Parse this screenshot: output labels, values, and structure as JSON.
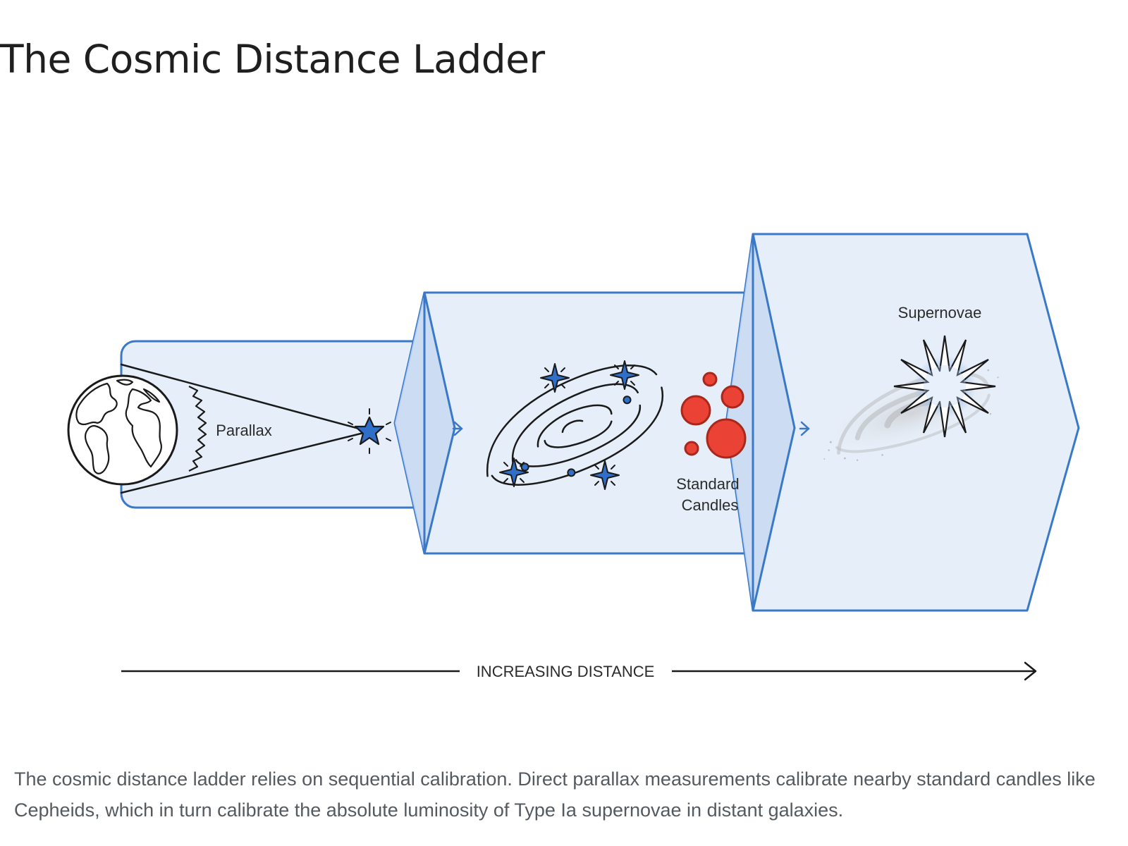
{
  "title": "The Cosmic Distance Ladder",
  "stages": {
    "parallax": {
      "label": "Parallax"
    },
    "standard_candles": {
      "label_line1": "Standard",
      "label_line2": "Candles"
    },
    "supernovae": {
      "label": "Supernovae"
    }
  },
  "axis": {
    "label": "INCREASING DISTANCE"
  },
  "caption": "The cosmic distance ladder relies on sequential calibration. Direct parallax measurements calibrate nearby standard candles like Cepheids, which in turn calibrate the absolute luminosity of Type Ia supernovae in distant galaxies.",
  "colors": {
    "outline_blue": "#3a78c8",
    "panel_fill": "#e6eef9",
    "overlap_fill": "#c7d9f2",
    "star_blue": "#2f6fc8",
    "candle_red": "#ea4335",
    "ink": "#1a1a1a"
  },
  "icons": [
    "earth-icon",
    "sun-icon",
    "star-icon",
    "spiral-galaxy-icon",
    "sparkle-star-icon",
    "standard-candle-icon",
    "supernova-burst-icon",
    "faint-galaxy-icon",
    "chevron-right-icon",
    "arrow-right-icon"
  ]
}
